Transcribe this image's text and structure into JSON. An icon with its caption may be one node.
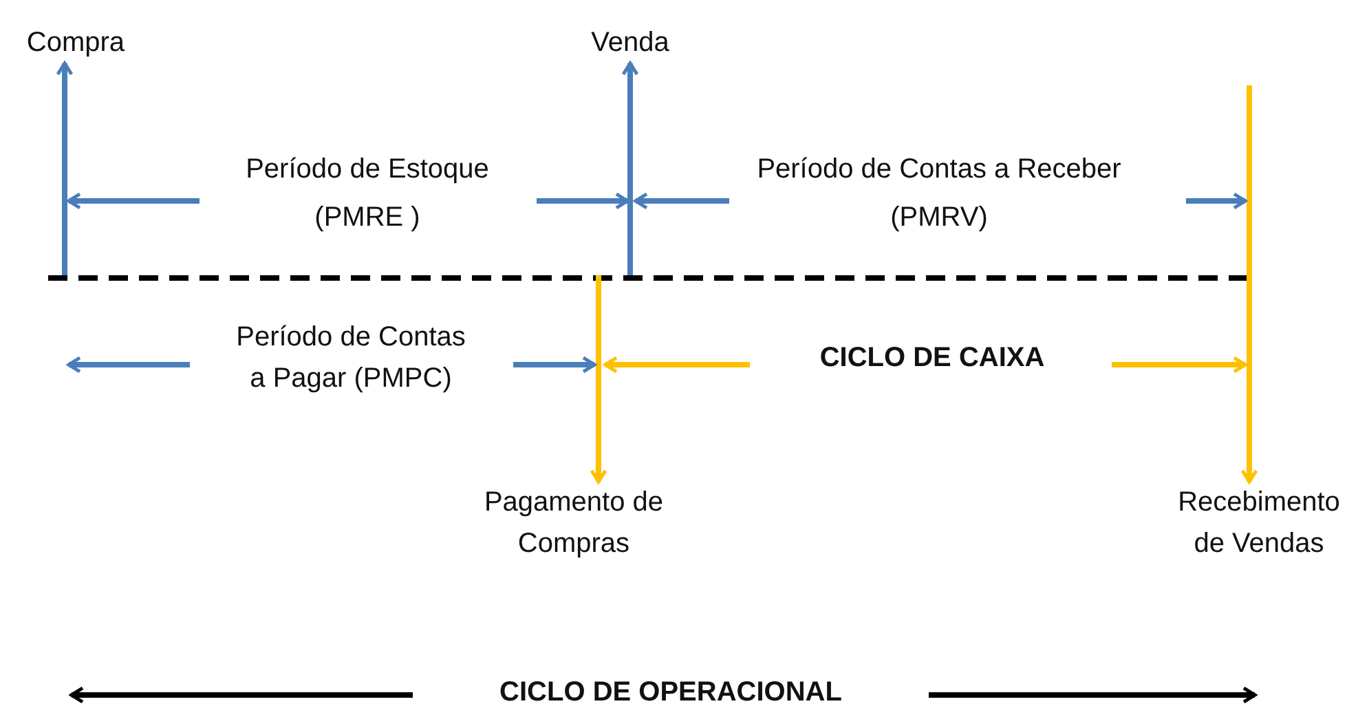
{
  "diagram": {
    "nodes": [
      {
        "text": [
          "Compra"
        ]
      },
      {
        "text": [
          "Venda"
        ]
      },
      {
        "text": [
          "Pagamento de Compras"
        ]
      },
      {
        "text": [
          "Recebimento de Vendas"
        ]
      }
    ],
    "edges": [
      {
        "from": null,
        "to": 0,
        "arrow": "to"
      },
      {
        "from": null,
        "to": 1,
        "arrow": "to"
      },
      {
        "from": null,
        "to": 2,
        "arrow": "to",
        "color": "#ffc000"
      },
      {
        "from": null,
        "to": 3,
        "arrow": "to",
        "color": "#ffc000"
      }
    ],
    "labels": [
      "Período de Estoque (PMRE )",
      "Período de Contas a Receber (PMRV)",
      "Período de Contas a Pagar (PMPC)",
      "CICLO DE CAIXA",
      "CICLO DE OPERACIONAL"
    ]
  }
}
